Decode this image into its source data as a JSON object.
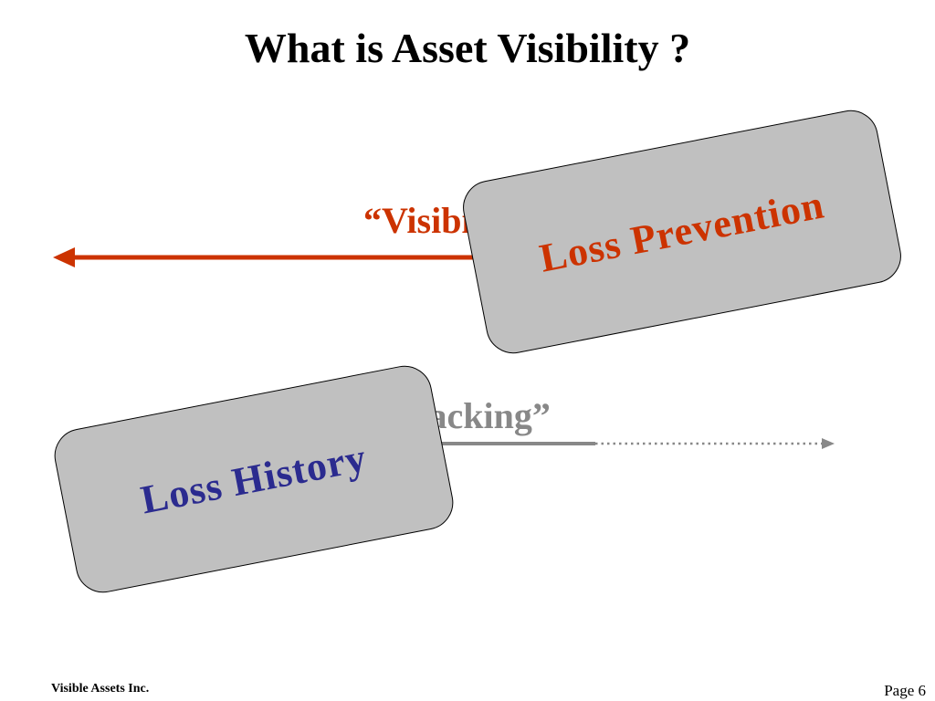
{
  "slide": {
    "title": "What is Asset Visibility ?",
    "quote_visibility": "“Visibility”",
    "quote_tracking": "“Tracking”",
    "card_prevention": "Loss Prevention",
    "card_history": "Loss History"
  },
  "footer": {
    "company": "Visible Assets Inc.",
    "page": "Page 6"
  },
  "colors": {
    "visibility_red": "#cc3300",
    "tracking_gray": "#888888",
    "history_blue": "#2b2b8f",
    "card_fill": "#c0c0c0"
  }
}
